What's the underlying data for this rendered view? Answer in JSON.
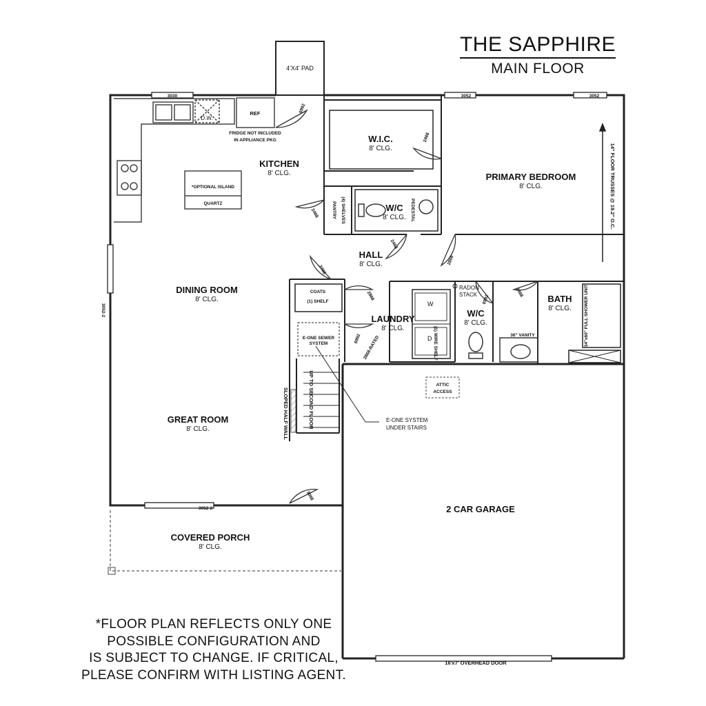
{
  "header": {
    "title": "THE SAPPHIRE",
    "subtitle": "MAIN FLOOR"
  },
  "rooms": {
    "kitchen": {
      "name": "KITCHEN",
      "ceiling": "8' CLG."
    },
    "dining": {
      "name": "DINING ROOM",
      "ceiling": "8' CLG."
    },
    "great": {
      "name": "GREAT ROOM",
      "ceiling": "8' CLG."
    },
    "porch": {
      "name": "COVERED PORCH",
      "ceiling": "8' CLG."
    },
    "wic": {
      "name": "W.I.C.",
      "ceiling": "8' CLG."
    },
    "primary": {
      "name": "PRIMARY BEDROOM",
      "ceiling": "8' CLG."
    },
    "wc1": {
      "name": "W/C",
      "ceiling": "8' CLG."
    },
    "hall": {
      "name": "HALL",
      "ceiling": "8' CLG."
    },
    "laundry": {
      "name": "LAUNDRY",
      "ceiling": "8' CLG."
    },
    "wc2": {
      "name": "W/C",
      "ceiling": "8' CLG."
    },
    "bath": {
      "name": "BATH",
      "ceiling": "8' CLG."
    },
    "garage": {
      "name": "2 CAR GARAGE"
    }
  },
  "labels": {
    "pad": "4'X4' PAD",
    "ref": "REF",
    "dw": "D.W.",
    "fridge_note_1": "FRIDGE NOT INCLUDED",
    "fridge_note_2": "IN APPLIANCE PKG",
    "island_1": "*OPTIONAL ISLAND",
    "island_2": "QUARTZ",
    "pantry": "PANTRY",
    "shelves": "(4) SHELVES",
    "pedestal": "PEDESTAL",
    "coats": "COATS",
    "shelf": "(1) SHELF",
    "sewer_1": "E-ONE SEWER",
    "sewer_2": "SYSTEM",
    "stairs": "UP TO SECOND FLOOR",
    "half_wall": "SLOPED HALF WALL",
    "eone_1": "E-ONE SYSTEM",
    "eone_2": "UNDER STAIRS",
    "radon_1": "RADON",
    "radon_2": "STACK",
    "washer": "W",
    "dryer": "D",
    "wire_shelf": "(1) WIRE SHELF",
    "vanity": "36\" VANITY",
    "shower": "34\"x60\" FULL SHOWER UNIT",
    "attic_1": "ATTIC",
    "attic_2": "ACCESS",
    "trusses": "14\" FLOOR TRUSSES @ 19.2\" O.C.",
    "overhead_door": "16'x7' OVERHEAD DOOR"
  },
  "dimensions": {
    "win_kitchen": "3030",
    "win_bed_1": "3052",
    "win_bed_2": "3052",
    "win_dining": "3052-2",
    "win_great": "3052-2",
    "door_kitchen": "6992",
    "door_wic": "2468",
    "door_pantry": "2468",
    "door_wc1": "2468",
    "door_bed": "2868",
    "door_hall": "2468",
    "door_laundry": "2868",
    "door_wc2": "6992",
    "door_bath": "2468",
    "door_garage": "6992",
    "door_rated": "2868-RATED",
    "door_front": "3068"
  },
  "disclaimer": [
    "*FLOOR PLAN REFLECTS ONLY ONE",
    "POSSIBLE CONFIGURATION AND",
    "IS SUBJECT TO CHANGE. IF CRITICAL,",
    "PLEASE CONFIRM WITH LISTING AGENT."
  ]
}
